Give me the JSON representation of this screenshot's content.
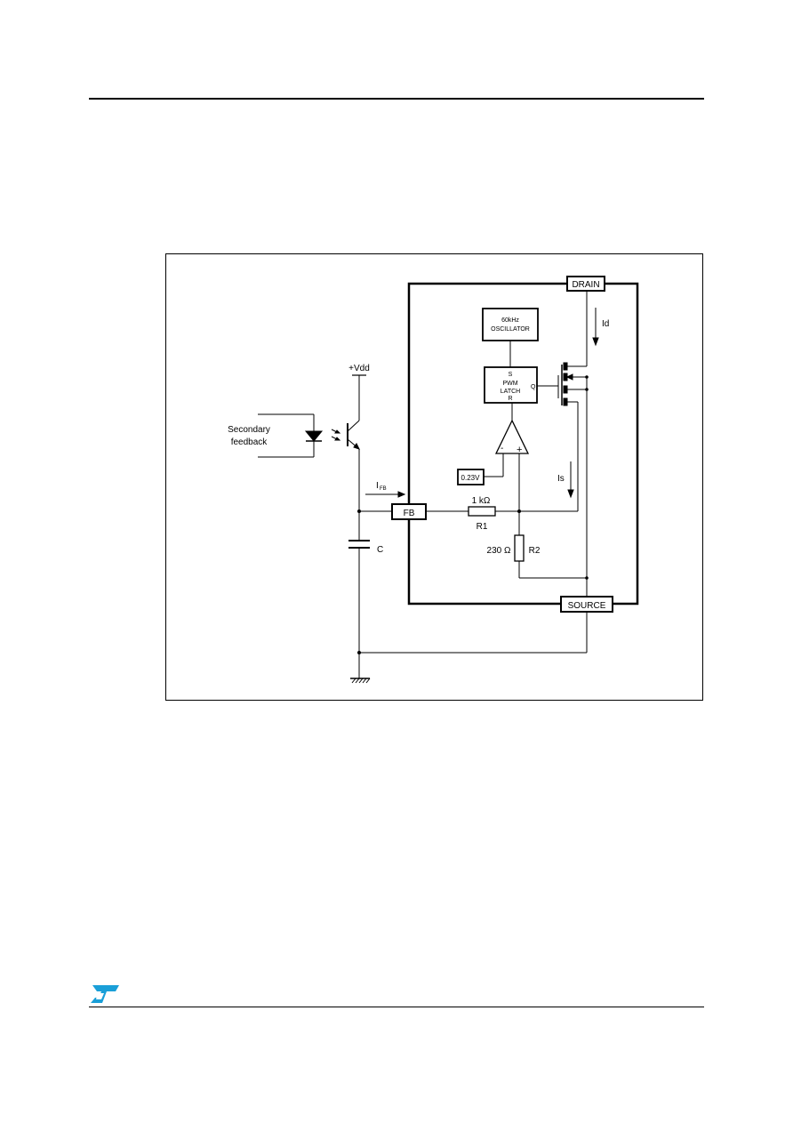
{
  "diagram": {
    "blocks": {
      "drain": "DRAIN",
      "source": "SOURCE",
      "fb": "FB",
      "oscillator_line1": "60kHz",
      "oscillator_line2": "OSCILLATOR",
      "latch_s": "S",
      "latch_line1": "PWM",
      "latch_line2": "LATCH",
      "latch_r": "R",
      "latch_q": "Q",
      "vref": "0.23V"
    },
    "labels": {
      "vdd": "+Vdd",
      "secondary_line1": "Secondary",
      "secondary_line2": "feedback",
      "ifb_main": "I",
      "ifb_sub": "FB",
      "id": "Id",
      "is": "Is",
      "r1_value": "1 kΩ",
      "r1_name": "R1",
      "r2_value": "230 Ω",
      "r2_name": "R2",
      "capacitor": "C",
      "comp_minus": "-",
      "comp_plus": "+"
    }
  },
  "footer": {
    "logo_icon": "st-logo-icon",
    "logo_color": "#1a9fd8"
  }
}
